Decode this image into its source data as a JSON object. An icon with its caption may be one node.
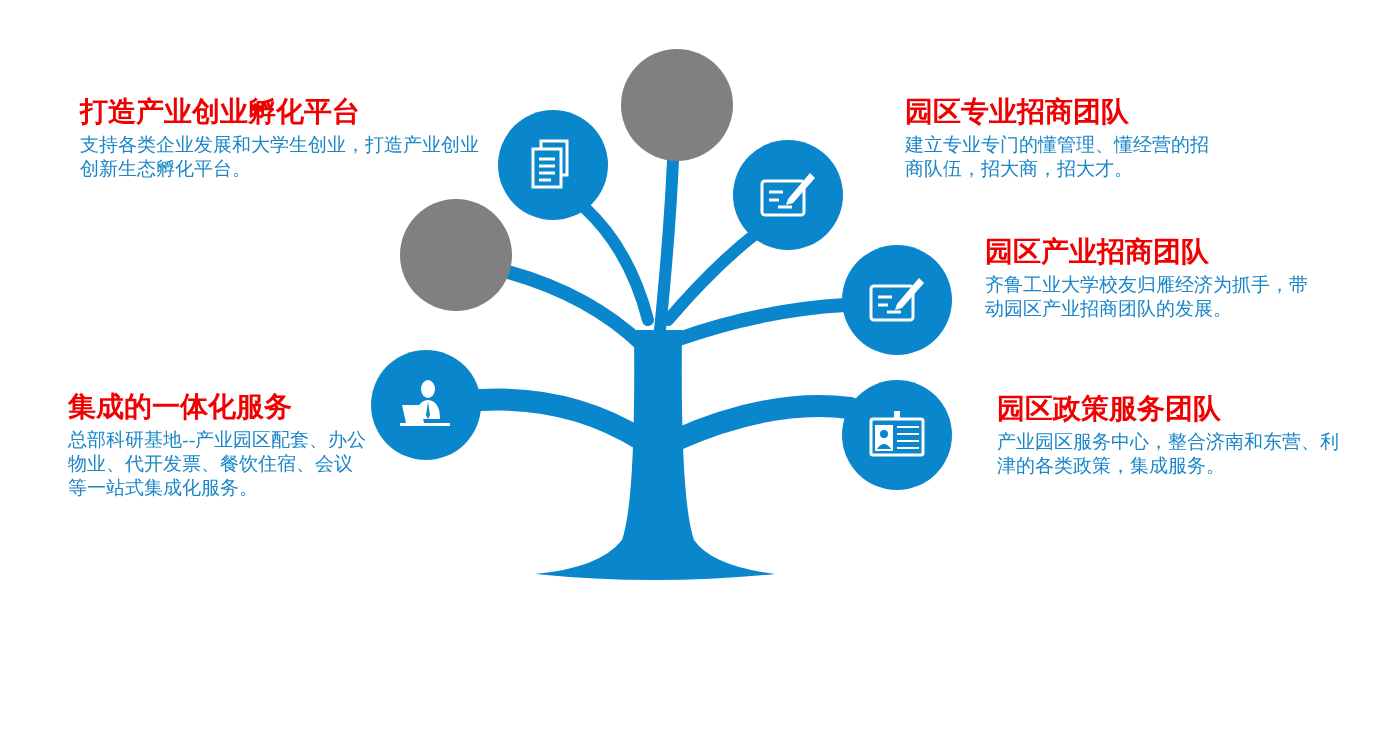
{
  "diagram": {
    "nodes": [
      {
        "text": [],
        "shape": "circle"
      },
      {
        "text": [],
        "shape": "circle",
        "beside": [
          "打造产业创业孵化平台",
          "支持各类企业发展和大学生创业，打造产业创业创新生态孵化平台。"
        ]
      },
      {
        "text": [],
        "shape": "circle",
        "beside": [
          "园区专业招商团队",
          "建立专业专门的懂管理、懂经营的招商队伍，招大商，招大才。"
        ]
      },
      {
        "text": [],
        "shape": "circle"
      },
      {
        "text": [],
        "shape": "circle",
        "beside": [
          "园区产业招商团队",
          "齐鲁工业大学校友归雁经济为抓手，带动园区产业招商团队的发展。"
        ]
      },
      {
        "text": [],
        "shape": "circle",
        "beside": [
          "集成的一体化服务",
          "总部科研基地--产业园区配套、办公物业、代开发票、餐饮住宿、会议等一站式集成化服务。"
        ]
      },
      {
        "text": [],
        "shape": "circle",
        "beside": [
          "园区政策服务团队",
          "产业园区服务中心，整合济南和东营、利津的各类政策，集成服务。"
        ]
      }
    ]
  }
}
